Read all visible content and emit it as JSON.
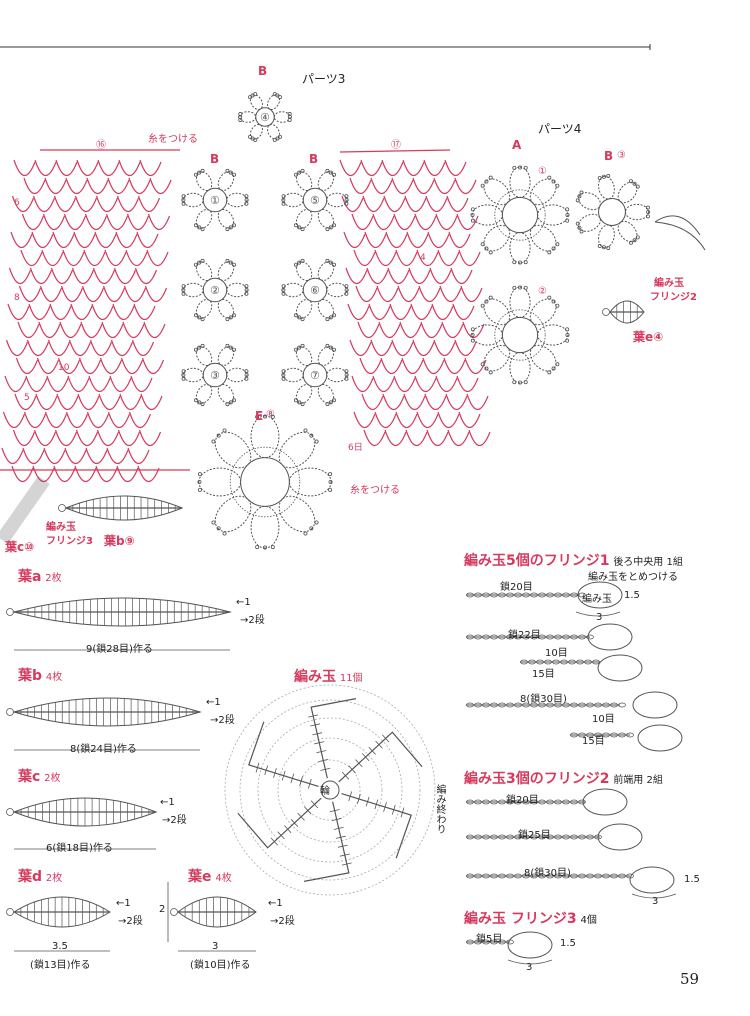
{
  "page_number": "59",
  "accent_color": "#d63a5e",
  "line_color": "#555555",
  "top_labels": {
    "part3": "パーツ3",
    "part4": "パーツ4",
    "B": "B",
    "A": "A",
    "E": "E",
    "attach_yarn_1": "糸をつける",
    "attach_yarn_2": "糸をつける",
    "n16": "⑯",
    "n17": "⑰"
  },
  "motif_numbers": [
    "①",
    "②",
    "③",
    "④",
    "⑤",
    "⑥",
    "⑦",
    "⑧"
  ],
  "part4_numbers": [
    "①",
    "②",
    "③"
  ],
  "side_labels": {
    "amidama_fringe2": "編み玉",
    "fringe2_line": "フリンジ2",
    "leaf_e4": "葉e④",
    "amidama_fringe3": "編み玉",
    "fringe3_line": "フリンジ3",
    "leaf_b9": "葉b⑨",
    "leaf_c10": "葉c⑩"
  },
  "leaves": [
    {
      "name": "葉a",
      "count": "2枚",
      "width": "9(鎖28目)作る",
      "r1": "←1",
      "r2": "→2段"
    },
    {
      "name": "葉b",
      "count": "4枚",
      "width": "8(鎖24目)作る",
      "r1": "←1",
      "r2": "→2段"
    },
    {
      "name": "葉c",
      "count": "2枚",
      "width": "6(鎖18目)作る",
      "r1": "←1",
      "r2": "→2段"
    },
    {
      "name": "葉d",
      "count": "2枚",
      "width_a": "3.5",
      "width_b": "(鎖13目)作る",
      "r1": "←1",
      "r2": "→2段"
    },
    {
      "name": "葉e",
      "count": "4枚",
      "width_a": "3",
      "width_b": "(鎖10目)作る",
      "height": "2",
      "r1": "←1",
      "r2": "→2段"
    }
  ],
  "amidama": {
    "title": "編み玉",
    "count": "11個",
    "center": "輪",
    "end": "編み終わり"
  },
  "fringe1": {
    "title": "編み玉5個のフリンジ1",
    "note": "後ろ中央用 1組",
    "attach": "編み玉をとめつける",
    "ball": "編み玉",
    "c20": "鎖20目",
    "dim_h": "1.5",
    "dim_w": "3",
    "c22": "鎖22目",
    "c10a": "10目",
    "c15a": "15目",
    "c30": "8(鎖30目)",
    "c10b": "10目",
    "c15b": "15目"
  },
  "fringe2": {
    "title": "編み玉3個のフリンジ2",
    "note": "前端用 2組",
    "c20": "鎖20目",
    "c25": "鎖25目",
    "c30": "8(鎖30目)",
    "dim_h": "1.5",
    "dim_w": "3"
  },
  "fringe3": {
    "title": "編み玉 フリンジ3",
    "note": "4個",
    "c5": "鎖5目",
    "dim_h": "1.5",
    "dim_w": "3"
  },
  "mesh_counts": [
    "6",
    "8",
    "10",
    "5",
    "4",
    "6日"
  ]
}
